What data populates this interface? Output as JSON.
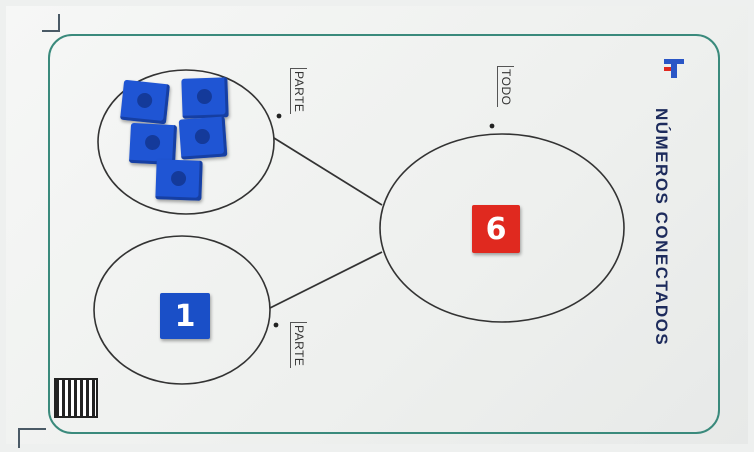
{
  "board": {
    "title": "NÚMEROS CONECTADOS",
    "part_label_top": "PARTE",
    "part_label_bottom": "PARTE",
    "whole_label": "TODO"
  },
  "tiles": {
    "part_bottom_value": "1",
    "whole_value": "6"
  },
  "colors": {
    "border": "#3a8a7c",
    "title": "#1d2b5c",
    "cube_blue": "#1f55d4",
    "tile_red": "#e0291f"
  }
}
